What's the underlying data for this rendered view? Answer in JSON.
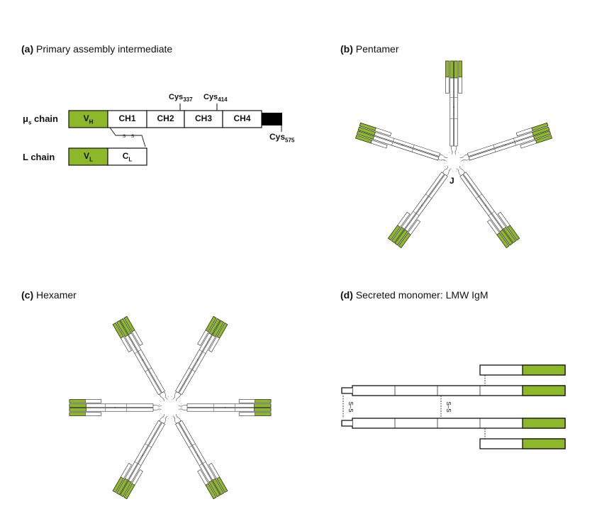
{
  "colors": {
    "variable": "#8db829",
    "tail": "#000000",
    "stroke": "#111111"
  },
  "panels": {
    "a": {
      "letter": "(a)",
      "title": "Primary assembly intermediate"
    },
    "b": {
      "letter": "(b)",
      "title": "Pentamer",
      "j_label": "J"
    },
    "c": {
      "letter": "(c)",
      "title": "Hexamer"
    },
    "d": {
      "letter": "(d)",
      "title": "Secreted monomer:  LMW IgM",
      "disulfide": "S–S"
    }
  },
  "heavy_chain": {
    "label_main": "μ",
    "label_sub": "s",
    "label_rest": " chain",
    "domains": [
      "V",
      "CH1",
      "CH2",
      "CH3",
      "CH4"
    ],
    "vh_sub": "H",
    "cys": [
      {
        "main": "Cys",
        "sub": "337"
      },
      {
        "main": "Cys",
        "sub": "414"
      },
      {
        "main": "Cys",
        "sub": "575"
      }
    ]
  },
  "light_chain": {
    "label": "L chain",
    "domains": [
      "V",
      "C"
    ],
    "vl_sub": "L",
    "cl_sub": "L"
  }
}
